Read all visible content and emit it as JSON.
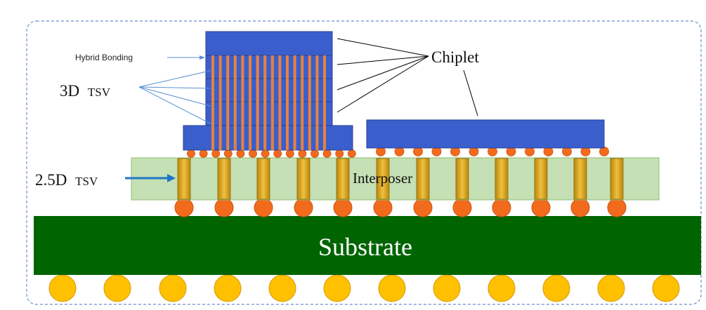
{
  "labels": {
    "hybrid_bonding": "Hybrid Bonding",
    "tsv_3d_prefix": "3D",
    "tsv_3d_suffix": "TSV",
    "tsv_25d_prefix": "2.5D",
    "tsv_25d_suffix": "TSV",
    "chiplet": "Chiplet",
    "interposer": "Interposer",
    "substrate": "Substrate"
  },
  "colors": {
    "chiplet_blue": "#3a5fcd",
    "chiplet_border": "#2a3f8f",
    "hybrid_stripe": "#e8823a",
    "micro_bump": "#f26b1d",
    "interposer_fill": "#c5e0b4",
    "interposer_border": "#8fbf78",
    "tsv_gold": "#d4a017",
    "tsv_border": "#9a7410",
    "c4_bump": "#f26b1d",
    "substrate_green": "#006400",
    "solder_ball": "#ffc000",
    "arrow_blue": "#1f77c8",
    "leader_blue": "#5b8fd4",
    "leader_black": "#000000",
    "dashed_border": "#6a8fc9"
  }
}
